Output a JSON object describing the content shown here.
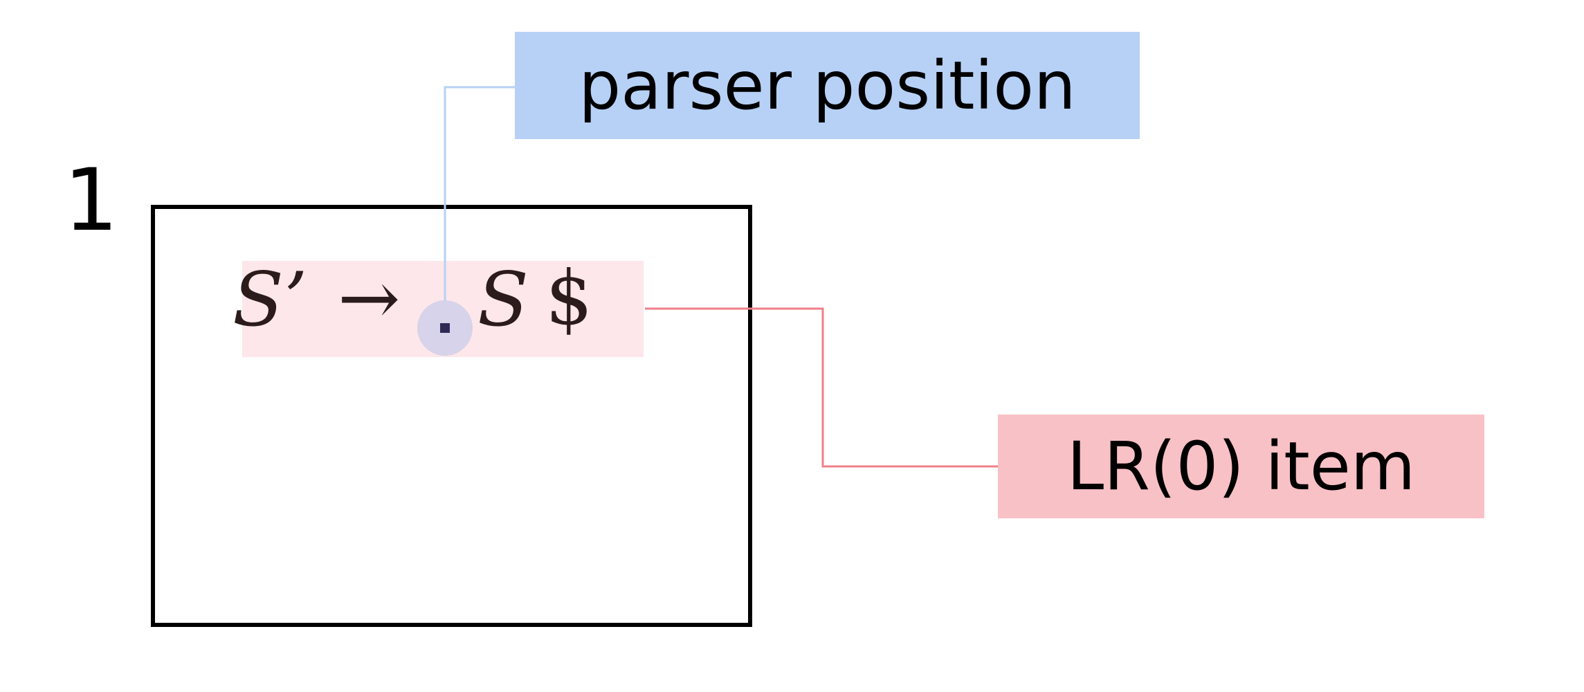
{
  "state": {
    "number": "1"
  },
  "item": {
    "lhs": "S’",
    "arrow": "→",
    "dot": ".",
    "rhs_symbol": "S",
    "end_marker": "$"
  },
  "callouts": {
    "parser_position": "parser position",
    "lr0_item": "LR(0) item"
  },
  "colors": {
    "parser_position_fill": "#b7d1f6",
    "parser_position_line": "#b7d1f6",
    "lr0_item_fill": "#f8c1c6",
    "lr0_item_line": "#ef7f8a",
    "item_highlight": "#fde7ea",
    "dot_marker": "#d6d3ea"
  }
}
